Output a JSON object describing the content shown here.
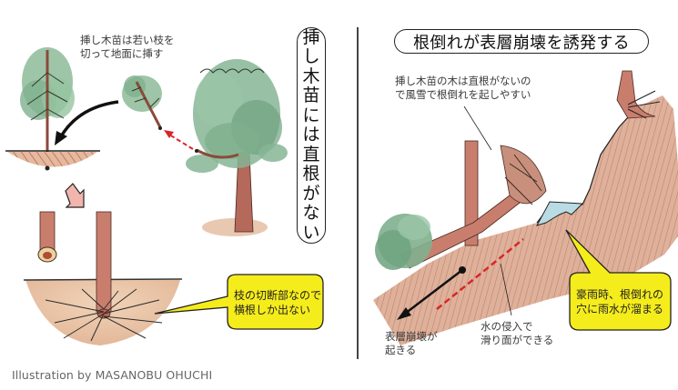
{
  "left_panel": {
    "vertical_title": [
      "挿",
      "し",
      "木",
      "苗",
      "に",
      "は",
      "直",
      "根",
      "が",
      "な",
      "い"
    ],
    "vertical_title_text": "挿し木苗には直根がない",
    "top_note": [
      "挿し木苗は若い枝を",
      "切って地面に挿す"
    ],
    "bubble": [
      "枝の切断部なので",
      "横根しか出ない"
    ]
  },
  "right_panel": {
    "title": "根倒れが表層崩壊を誘発する",
    "top_note": [
      "挿し木苗の木は直根がないの",
      "で風雪で根倒れを起しやすい"
    ],
    "bubble": [
      "豪雨時、根倒れの",
      "穴に雨水が溜まる"
    ],
    "slide_note": [
      "水の侵入で",
      "滑り面ができる"
    ],
    "collapse_note": [
      "表層崩壊が",
      "起きる"
    ]
  },
  "credit": "Illustration by MASANOBU OHUCHI",
  "colors": {
    "bubble_fill": "#f5ec1c",
    "foliage": "#7fb08e",
    "foliage_dark": "#5f9470",
    "trunk": "#b5695a",
    "soil": "#e8c3a5",
    "slope": "#d9a890",
    "water": "#b9dbe4",
    "red_dash": "#d8262a",
    "pink_arrow": "#f1b5ae",
    "line": "#222222"
  }
}
